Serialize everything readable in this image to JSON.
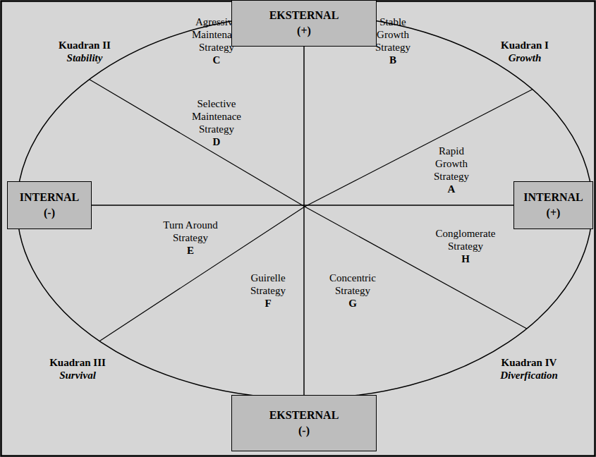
{
  "diagram": {
    "nodes": [
      {
        "text": [
          "EKSTERNAL",
          "(+)"
        ]
      },
      {
        "text": [
          "INTERNAL",
          "(-)"
        ]
      },
      {
        "text": [
          "INTERNAL",
          "(+)"
        ]
      },
      {
        "text": [
          "EKSTERNAL",
          "(-)"
        ]
      }
    ],
    "edges": [
      {
        "from": 0,
        "to": 3,
        "arrow": "none"
      },
      {
        "from": 1,
        "to": 2,
        "arrow": "none"
      }
    ],
    "labels": [
      "Kuadran II",
      "Stability",
      "Agressive Maintenace Strategy",
      "C",
      "Stable Growth Strategy",
      "B",
      "Kuadran I",
      "Growth",
      "Selective Maintenace Strategy",
      "D",
      "Rapid Growth Strategy",
      "A",
      "Turn Around Strategy",
      "E",
      "Conglomerate Strategy",
      "H",
      "Guirelle Strategy",
      "F",
      "Concentric Strategy",
      "G",
      "Kuadran III",
      "Survival",
      "Kuadran IV",
      "Diverfication"
    ]
  }
}
